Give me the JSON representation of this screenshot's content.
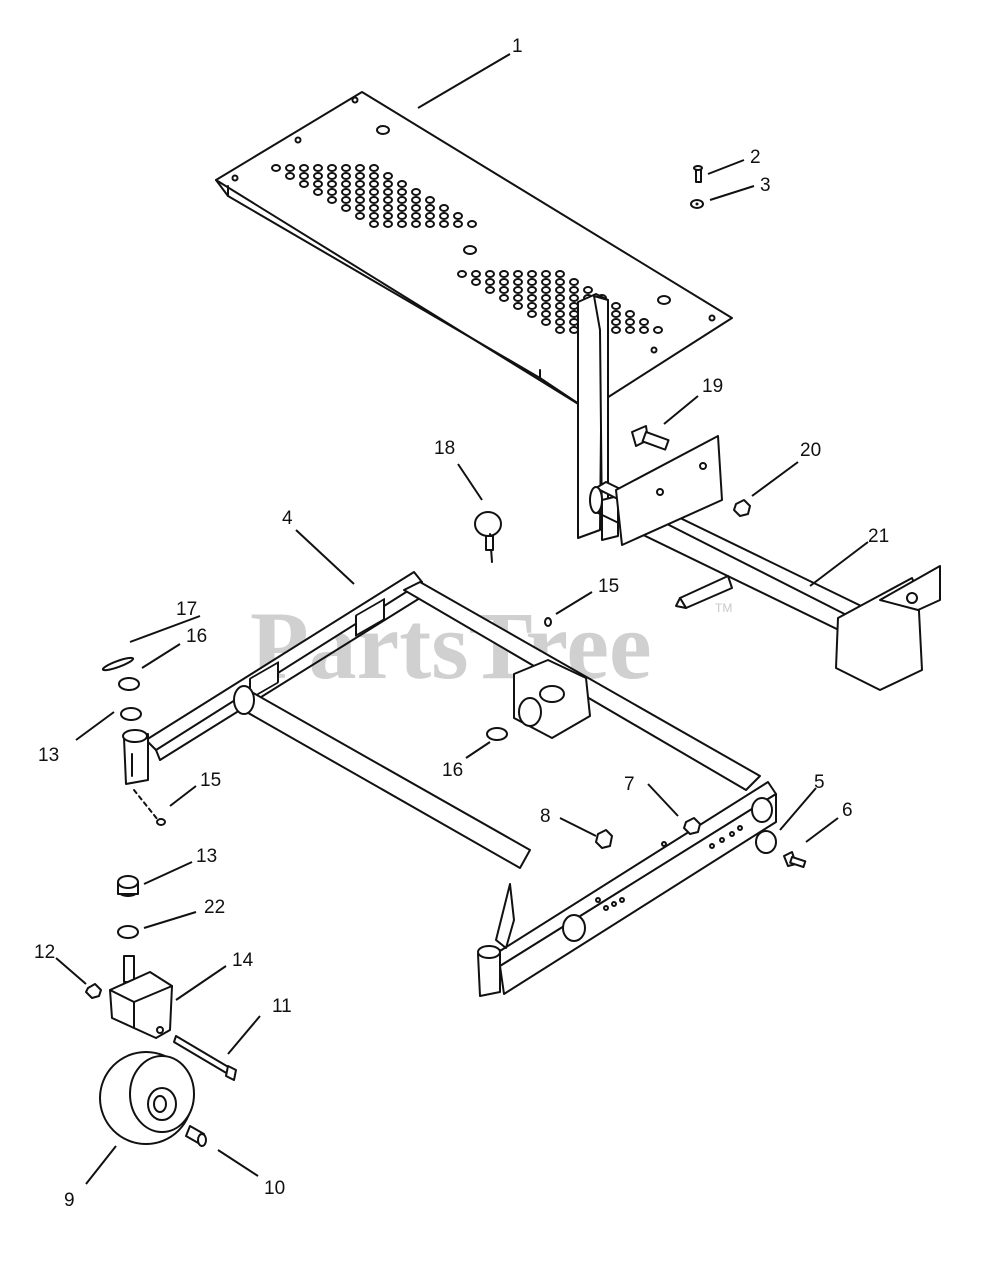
{
  "watermark": {
    "text": "PartsTree",
    "trademark": "TM"
  },
  "callouts": [
    "1",
    "2",
    "3",
    "4",
    "5",
    "6",
    "7",
    "8",
    "9",
    "10",
    "11",
    "12",
    "13",
    "13",
    "14",
    "15",
    "15",
    "16",
    "16",
    "17",
    "18",
    "19",
    "20",
    "21",
    "22"
  ]
}
